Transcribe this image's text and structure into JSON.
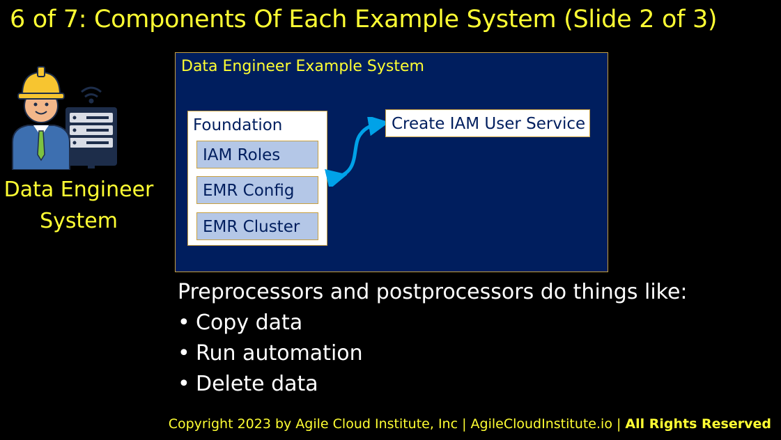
{
  "title": "6 of 7: Components Of Each Example System (Slide 2 of 3)",
  "side_label": {
    "line1": "Data Engineer",
    "line2": "System"
  },
  "system": {
    "title": "Data Engineer Example System",
    "foundation": {
      "label": "Foundation",
      "items": [
        "IAM Roles",
        "EMR Config",
        "EMR Cluster"
      ]
    },
    "service": "Create IAM User Service"
  },
  "notes": {
    "intro": "Preprocessors and postprocessors do things like:",
    "bullets": [
      "Copy data",
      "Run automation",
      "Delete data"
    ]
  },
  "footer": {
    "text": "Copyright 2023 by Agile Cloud Institute, Inc | AgileCloudInstitute.io | ",
    "bold": "All Rights Reserved"
  },
  "colors": {
    "accent": "#ffff33",
    "system_bg": "#001e5e",
    "component_bg": "#b4c7e7",
    "arrow": "#00a2e8"
  }
}
